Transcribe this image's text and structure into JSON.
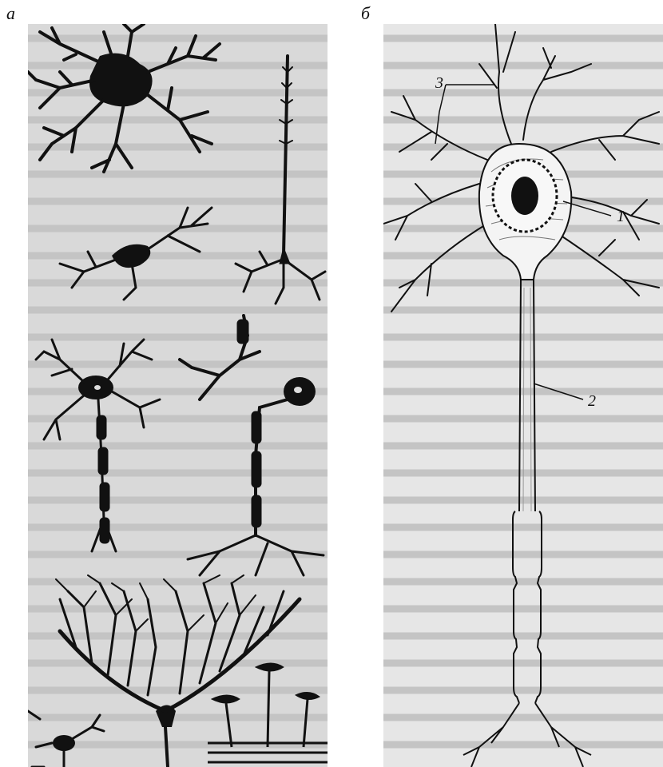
{
  "panels": {
    "a": {
      "letter": "а"
    },
    "b": {
      "letter": "б"
    }
  },
  "labels": {
    "nucleus": "1",
    "axon": "2",
    "dendrites": "3"
  },
  "colors": {
    "ink": "#111111",
    "panel_a_bg": "#d9d9d9",
    "panel_b_bg": "#e6e6e6",
    "cell_body_b": "#f4f4f4"
  }
}
